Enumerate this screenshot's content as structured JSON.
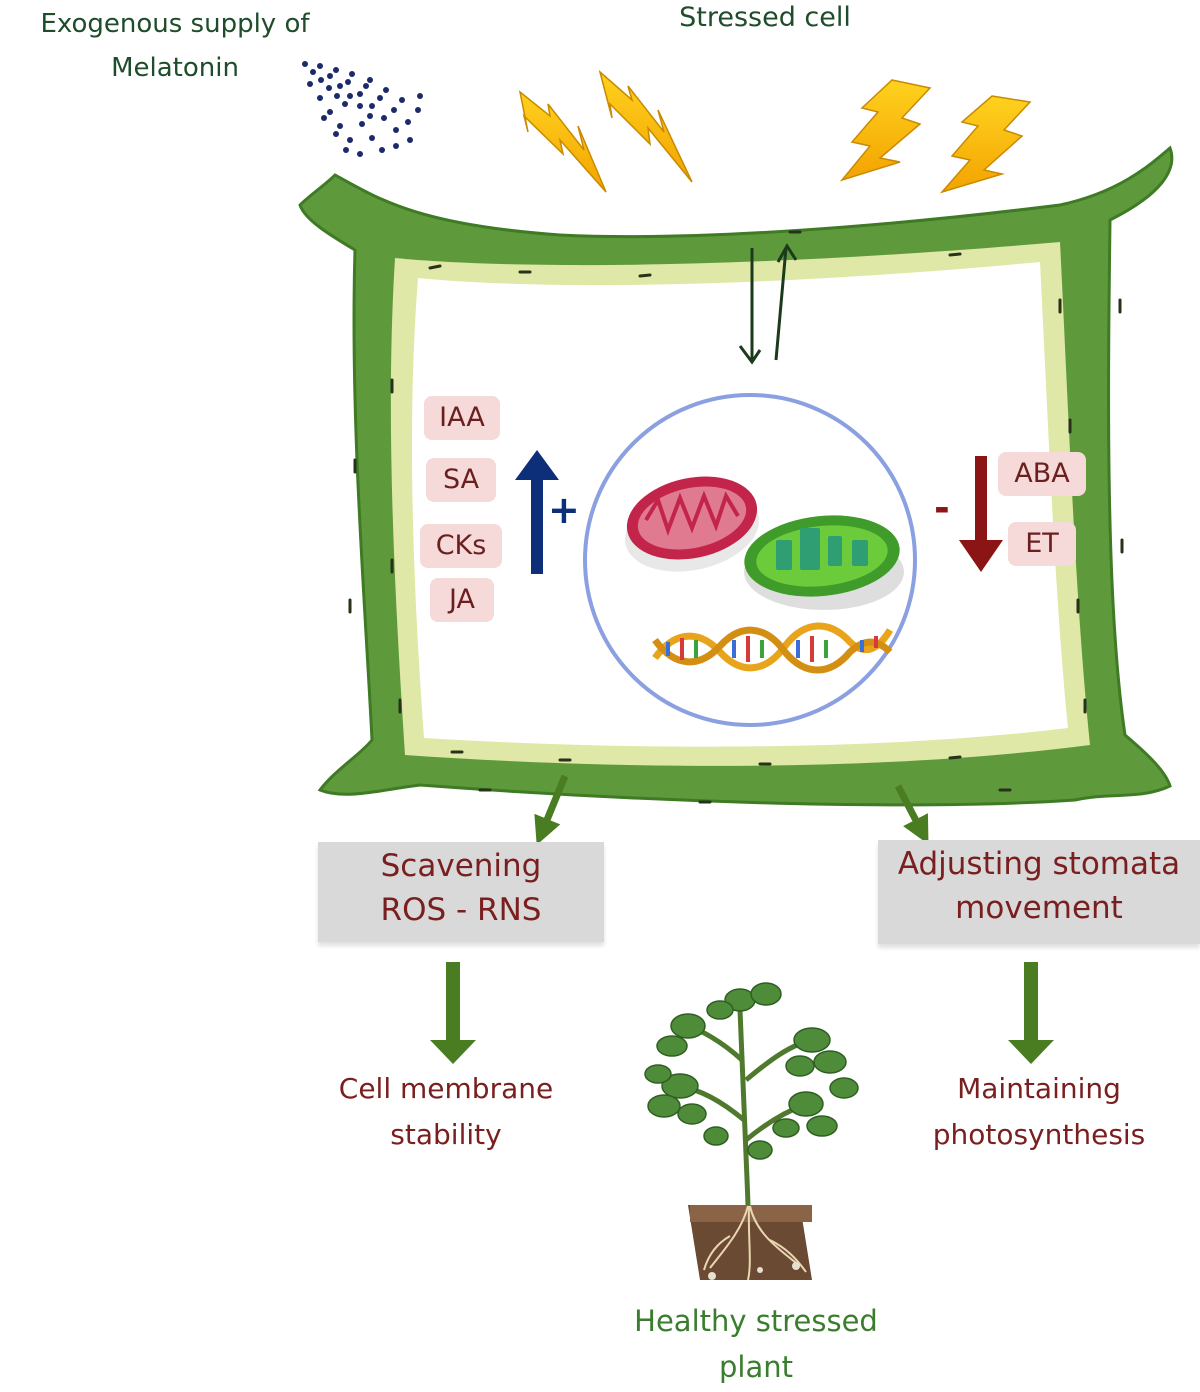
{
  "labels": {
    "exogenous": "Exogenous supply of\nMelatonin",
    "stressed_cell": "Stressed cell",
    "healthy_plant": "Healthy stressed\nplant"
  },
  "hormones_up": [
    "IAA",
    "SA",
    "CKs",
    "JA"
  ],
  "hormones_down": [
    "ABA",
    "ET"
  ],
  "signs": {
    "plus": "+",
    "minus": "-"
  },
  "boxes": {
    "left": "Scavening\nROS - RNS",
    "right": "Adjusting stomata\nmovement"
  },
  "outcomes": {
    "left": "Cell membrane\nstability",
    "right": "Maintaining\nphotosynthesis"
  },
  "colors": {
    "cell_wall": "#5e9a3c",
    "cell_inner": "#dfe8a6",
    "up_arrow": "#0d2f7a",
    "down_arrow": "#8b1414",
    "text_dark_green": "#1f4d2b",
    "text_maroon": "#7a1f1f",
    "arrow_green": "#4a7d22"
  },
  "icons": [
    "spray-icon",
    "lightning-icon",
    "mitochondrion-icon",
    "chloroplast-icon",
    "dna-icon",
    "plant-icon"
  ]
}
